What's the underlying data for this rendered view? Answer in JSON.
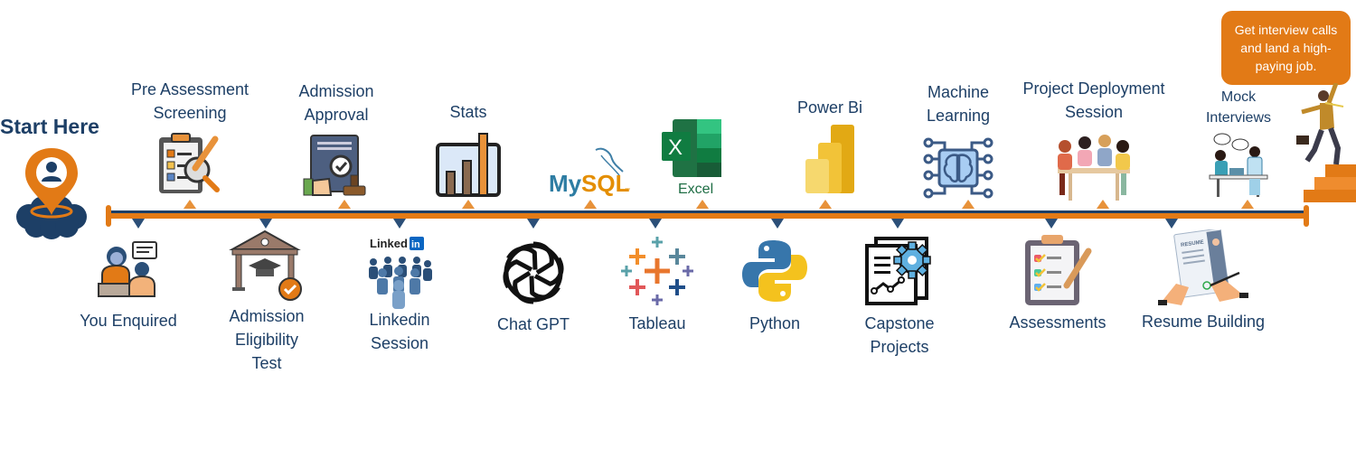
{
  "start": {
    "title": "Start Here",
    "icon": "location-pin-person-icon"
  },
  "goal": {
    "text": "Get interview calls and land a high-paying job.",
    "icon": "climbing-stairs-success-icon"
  },
  "colors": {
    "text": "#1d3f66",
    "accent_orange": "#e27a16",
    "line_navy": "#1d3f66",
    "marker_up": "#e8923a",
    "marker_down": "#2b4f78"
  },
  "steps_above": [
    {
      "label_lines": [
        "Pre Assessment",
        "Screening"
      ],
      "icon": "clipboard-search-icon"
    },
    {
      "label_lines": [
        "Admission",
        "Approval"
      ],
      "icon": "document-approval-stamp-icon"
    },
    {
      "label_lines": [
        "Stats"
      ],
      "icon": "bar-chart-icon"
    },
    {
      "label_lines": [
        "MySQL"
      ],
      "icon": "mysql-logo-icon"
    },
    {
      "label_lines": [
        "Excel"
      ],
      "icon": "excel-logo-icon"
    },
    {
      "label_lines": [
        "Power Bi"
      ],
      "icon": "power-bi-logo-icon"
    },
    {
      "label_lines": [
        "Machine",
        "Learning"
      ],
      "icon": "ai-brain-chip-icon"
    },
    {
      "label_lines": [
        "Project Deployment",
        "Session"
      ],
      "icon": "team-meeting-icon"
    },
    {
      "label_lines": [
        "Mock",
        "Interviews"
      ],
      "icon": "interview-icon"
    }
  ],
  "steps_below": [
    {
      "label_lines": [
        "You Enquired"
      ],
      "icon": "enquiry-desk-icon"
    },
    {
      "label_lines": [
        "Admission",
        "Eligibility",
        "Test"
      ],
      "icon": "institution-check-icon"
    },
    {
      "label_lines": [
        "Linkedin",
        "Session"
      ],
      "icon": "linkedin-group-icon",
      "logo_text": "Linked",
      "logo_badge": "in"
    },
    {
      "label_lines": [
        "Chat GPT"
      ],
      "icon": "chatgpt-logo-icon"
    },
    {
      "label_lines": [
        "Tableau"
      ],
      "icon": "tableau-logo-icon"
    },
    {
      "label_lines": [
        "Python"
      ],
      "icon": "python-logo-icon"
    },
    {
      "label_lines": [
        "Capstone",
        "Projects"
      ],
      "icon": "capstone-document-gear-icon"
    },
    {
      "label_lines": [
        "Assessments"
      ],
      "icon": "checklist-clipboard-icon"
    },
    {
      "label_lines": [
        "Resume Building"
      ],
      "icon": "resume-signing-icon"
    }
  ],
  "logos": {
    "mysql_my": "My",
    "mysql_sql": "SQL",
    "mysql_tm": "™",
    "excel_letter": "X",
    "excel_word": "Excel",
    "resume_word": "RESUME"
  }
}
